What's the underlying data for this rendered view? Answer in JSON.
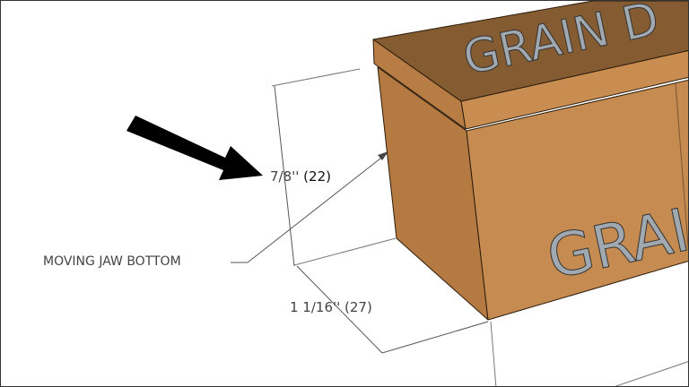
{
  "model": {
    "engraving_top": "GRAIN D",
    "engraving_front": "GRAI",
    "colors": {
      "top": "#855c32",
      "front": "#c68b50",
      "side": "#b47a42",
      "lid_strip": "#c98d52",
      "engraving": "#a0a8b0"
    }
  },
  "dimensions": {
    "height_label": "7/8''",
    "height_metric": "(22)",
    "width_label": "1 1/16'' (27)"
  },
  "callout": {
    "label": "MOVING JAW BOTTOM"
  },
  "pointer": {
    "icon": "arrow-icon",
    "color": "#000000"
  }
}
